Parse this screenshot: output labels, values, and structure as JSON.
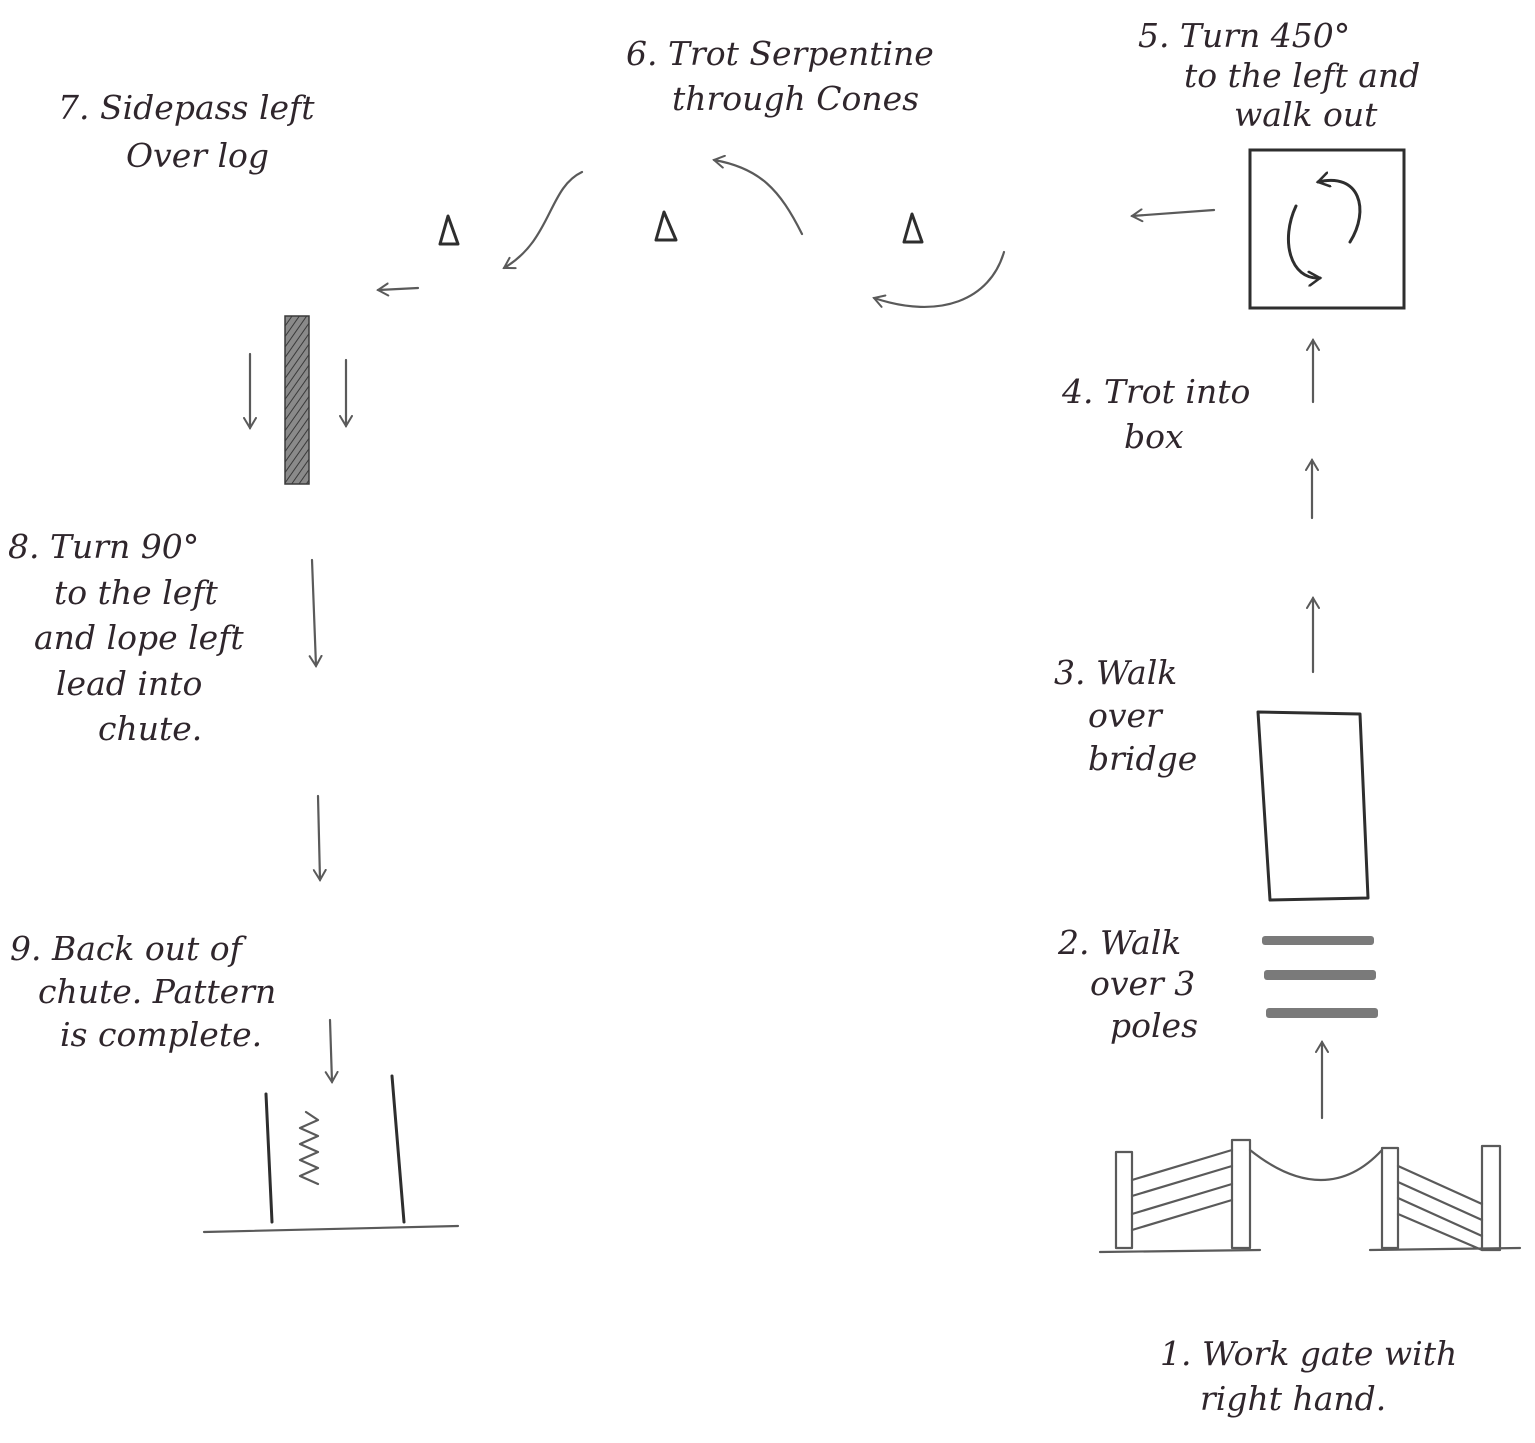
{
  "steps": [
    {
      "number": "1.",
      "lines": [
        "Work gate with",
        "right hand."
      ]
    },
    {
      "number": "2.",
      "lines": [
        "Walk",
        "over 3",
        "poles"
      ]
    },
    {
      "number": "3.",
      "lines": [
        "Walk",
        "over",
        "bridge"
      ]
    },
    {
      "number": "4.",
      "lines": [
        "Trot into",
        "box"
      ]
    },
    {
      "number": "5.",
      "lines": [
        "Turn 450°",
        "to the left and",
        "walk out"
      ]
    },
    {
      "number": "6.",
      "lines": [
        "Trot Serpentine",
        "through Cones"
      ]
    },
    {
      "number": "7.",
      "lines": [
        "Sidepass left",
        "Over log"
      ]
    },
    {
      "number": "8.",
      "lines": [
        "Turn 90°",
        "to the left",
        "and lope left",
        "lead into",
        "chute."
      ]
    },
    {
      "number": "9.",
      "lines": [
        "Back out of",
        "chute. Pattern",
        "is complete."
      ]
    }
  ],
  "obstacles": {
    "gate": "gate-icon",
    "poles": "ground-poles-icon",
    "bridge": "bridge-icon",
    "box": "box-icon",
    "cones": "cone-icon",
    "log": "log-icon",
    "chute": "chute-icon"
  },
  "colors": {
    "ink": "#2f262c",
    "pencil": "#5a5a5a",
    "background": "#ffffff"
  }
}
